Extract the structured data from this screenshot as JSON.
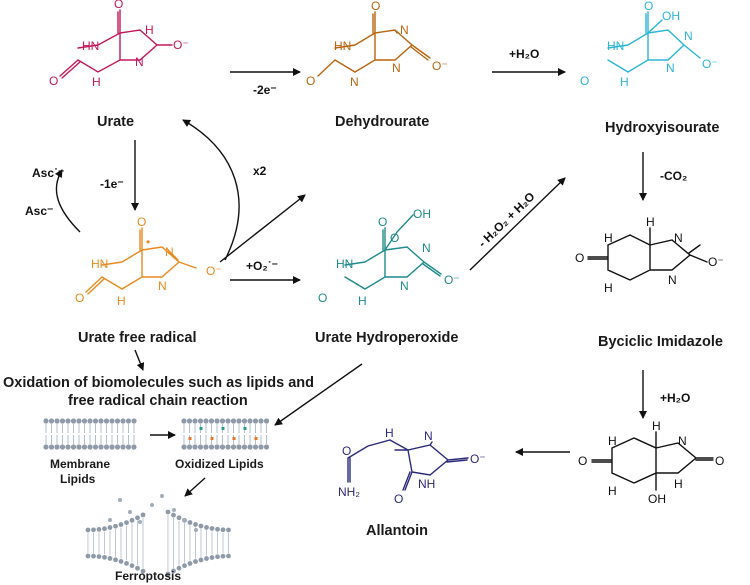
{
  "colors": {
    "urate": "#c2185b",
    "dehydrourate": "#b8650f",
    "hydroxyisourate": "#2bb5d6",
    "radical": "#e88a1e",
    "hydroperoxide": "#1f8a8a",
    "black": "#111111",
    "allantoin": "#2b2a7a"
  },
  "compounds": {
    "urate": "Urate",
    "dehydrourate": "Dehydrourate",
    "hydroxyisourate": "Hydroxyisourate",
    "urate_free_radical": "Urate free radical",
    "urate_hydroperoxide": "Urate Hydroperoxide",
    "bicyclic_imidazole": "Byciclic Imidazole",
    "allantoin": "Allantoin"
  },
  "reactions": {
    "minus_2e": "-2e⁻",
    "plus_h2o": "+H₂O",
    "minus_co2": "-CO₂",
    "minus_1e": "-1e⁻",
    "x2": "x2",
    "plus_superoxide": "+O₂˙⁻",
    "minus_h2o2_plus_h2o": "- H₂O₂ + H₂O",
    "plus_h2o_2": "+H₂O",
    "asc_radical": "Asc˙⁻",
    "asc": "Asc⁻"
  },
  "oxidation": {
    "line1": "Oxidation of biomolecules such as lipids and",
    "line2": "free radical chain reaction",
    "membrane_line1": "Membrane",
    "membrane_line2": "Lipids",
    "oxidized_lipids": "Oxidized Lipids",
    "ferroptosis": "Ferroptosis"
  },
  "atoms": {
    "O": "O",
    "NH": "NH",
    "HN": "HN",
    "N": "N",
    "H": "H",
    "OH": "OH",
    "O_minus": "O⁻",
    "NH2": "NH₂",
    "radical_dot": "•"
  }
}
